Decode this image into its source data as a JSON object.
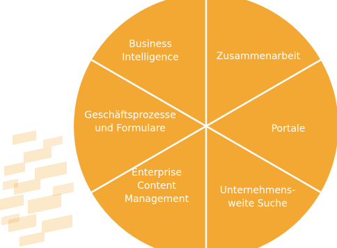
{
  "diagram": {
    "colors": {
      "segment": "#f2a833",
      "separator": "#ffffff",
      "label": "#ffffff",
      "decoration": "#f6c36a"
    },
    "segments": [
      {
        "id": "business-intelligence",
        "lines": [
          "Business",
          "Intelligence"
        ]
      },
      {
        "id": "zusammenarbeit",
        "lines": [
          "Zusammenarbeit"
        ]
      },
      {
        "id": "portale",
        "lines": [
          "Portale"
        ]
      },
      {
        "id": "unternehmensweite-suche",
        "lines": [
          "Unternehmens-",
          "weite Suche"
        ]
      },
      {
        "id": "enterprise-content-management",
        "lines": [
          "Enterprise",
          "Content",
          "Management"
        ]
      },
      {
        "id": "geschaeftsprozesse-und-formulare",
        "lines": [
          "Geschäftsprozesse",
          "und Formulare"
        ]
      }
    ]
  }
}
